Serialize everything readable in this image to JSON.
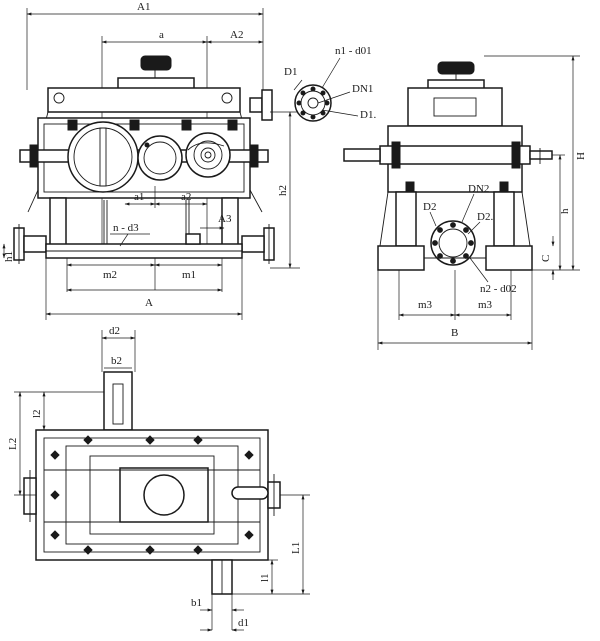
{
  "front_view": {
    "labels": {
      "A1": "A1",
      "a": "a",
      "A2": "A2",
      "a1": "a1",
      "a2": "a2",
      "A3": "A3",
      "n_d3": "n - d3",
      "m2": "m2",
      "m1": "m1",
      "A": "A",
      "h1": "h1",
      "h2": "h2"
    }
  },
  "flange_detail_1": {
    "labels": {
      "n1_d01": "n1 - d01",
      "D1_left": "D1",
      "DN1": "DN1",
      "D1_right": "D1."
    }
  },
  "side_view": {
    "labels": {
      "H": "H",
      "h": "h",
      "C": "C",
      "DN2": "DN2",
      "D2_left": "D2",
      "D2_right": "D2.",
      "n2_d02": "n2 - d02",
      "m3_left": "m3",
      "m3_right": "m3",
      "B": "B"
    }
  },
  "top_view": {
    "labels": {
      "d2": "d2",
      "b2": "b2",
      "l2": "l2",
      "L2": "L2",
      "L1": "L1",
      "l1": "l1",
      "b1": "b1",
      "d1": "d1"
    }
  }
}
